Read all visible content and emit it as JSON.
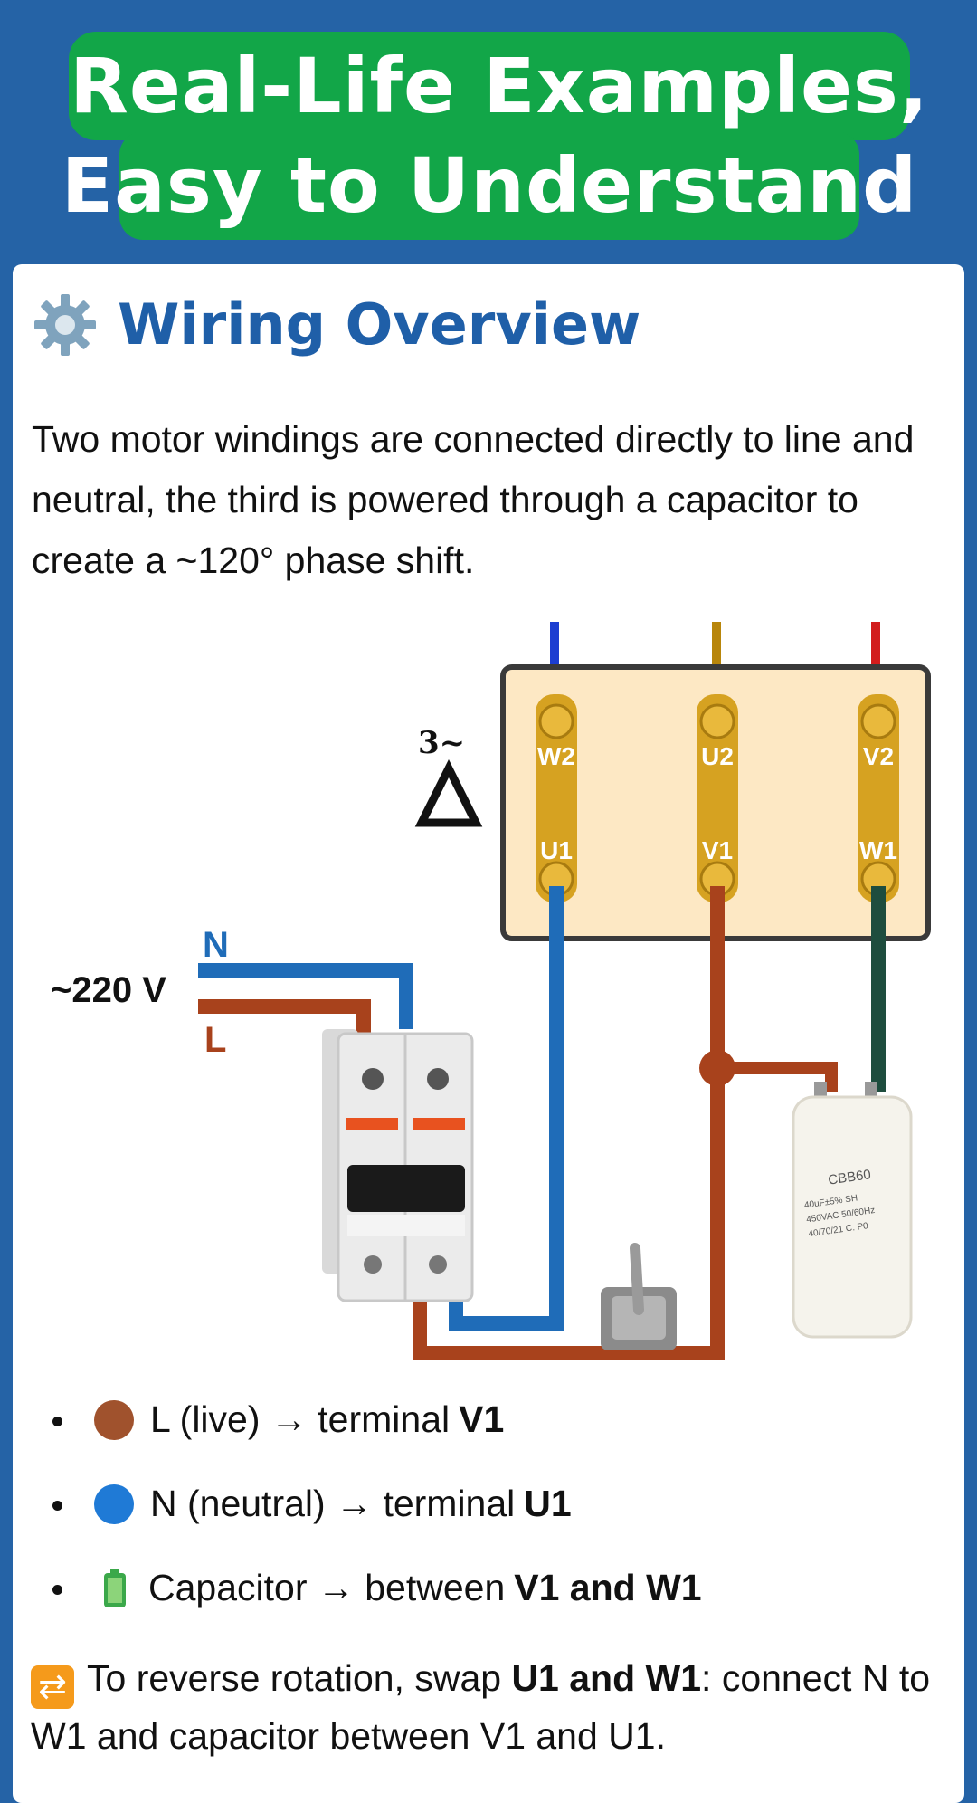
{
  "banner": {
    "line1": "Real-Life Examples,",
    "line2": "Easy to Understand"
  },
  "section": {
    "title": "Wiring Overview",
    "intro": "Two motor windings are connected directly to line and neutral, the third is powered through a capacitor to create a ~120° phase shift."
  },
  "diagram": {
    "symbol": "3~",
    "voltage": "~220 V",
    "n_label": "N",
    "l_label": "L",
    "terminals_top": [
      "W2",
      "U2",
      "V2"
    ],
    "terminals_bottom": [
      "U1",
      "V1",
      "W1"
    ],
    "capacitor": [
      "CBB60",
      "40uF±5%  SH",
      "450VAC 50/60Hz",
      "40/70/21  C. P0"
    ],
    "colors": {
      "live": "#a8421c",
      "neutral": "#1f6cb8",
      "capacitor_wire": "#1e4d3e",
      "box": "#fde8c4"
    }
  },
  "bullets": [
    {
      "pre": "L (live) → terminal ",
      "bold": "V1",
      "icon": "brown-circle",
      "color": "#a0522d"
    },
    {
      "pre": "N (neutral) → terminal ",
      "bold": "U1",
      "icon": "blue-circle",
      "color": "#1f7ad6"
    },
    {
      "pre": "Capacitor → between ",
      "bold": "V1 and W1",
      "icon": "battery-icon",
      "color": "#3ba84a"
    }
  ],
  "reverse": {
    "pre": "To reverse rotation, swap ",
    "bold": "U1 and W1",
    "post": ": connect N to W1 and capacitor between V1 and U1."
  }
}
